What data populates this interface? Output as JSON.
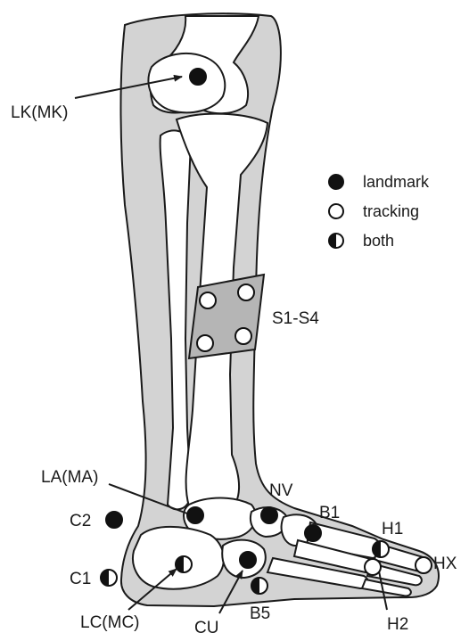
{
  "colors": {
    "skin": "#d3d3d3",
    "bone": "#ffffff",
    "outline": "#1a1a1a",
    "plate": "#b5b5b5",
    "landmark": "#111111",
    "tracking": "#ffffff"
  },
  "legend": {
    "landmark": "landmark",
    "tracking": "tracking",
    "both": "both"
  },
  "labels": {
    "lk": "LK(MK)",
    "s": "S1-S4",
    "la": "LA(MA)",
    "nv": "NV",
    "b1": "B1",
    "h1": "H1",
    "hx": "HX",
    "c2": "C2",
    "c1": "C1",
    "lc": "LC(MC)",
    "cu": "CU",
    "b5": "B5",
    "h2": "H2"
  },
  "markers": [
    {
      "id": "lk",
      "type": "landmark"
    },
    {
      "id": "s1",
      "type": "tracking"
    },
    {
      "id": "s2",
      "type": "tracking"
    },
    {
      "id": "s3",
      "type": "tracking"
    },
    {
      "id": "s4",
      "type": "tracking"
    },
    {
      "id": "la",
      "type": "landmark"
    },
    {
      "id": "nv",
      "type": "landmark"
    },
    {
      "id": "b1",
      "type": "landmark"
    },
    {
      "id": "h1",
      "type": "both"
    },
    {
      "id": "hx",
      "type": "tracking"
    },
    {
      "id": "c2",
      "type": "landmark"
    },
    {
      "id": "c1",
      "type": "both"
    },
    {
      "id": "lc",
      "type": "both"
    },
    {
      "id": "cu",
      "type": "landmark"
    },
    {
      "id": "b5",
      "type": "both"
    },
    {
      "id": "h2",
      "type": "tracking"
    }
  ]
}
